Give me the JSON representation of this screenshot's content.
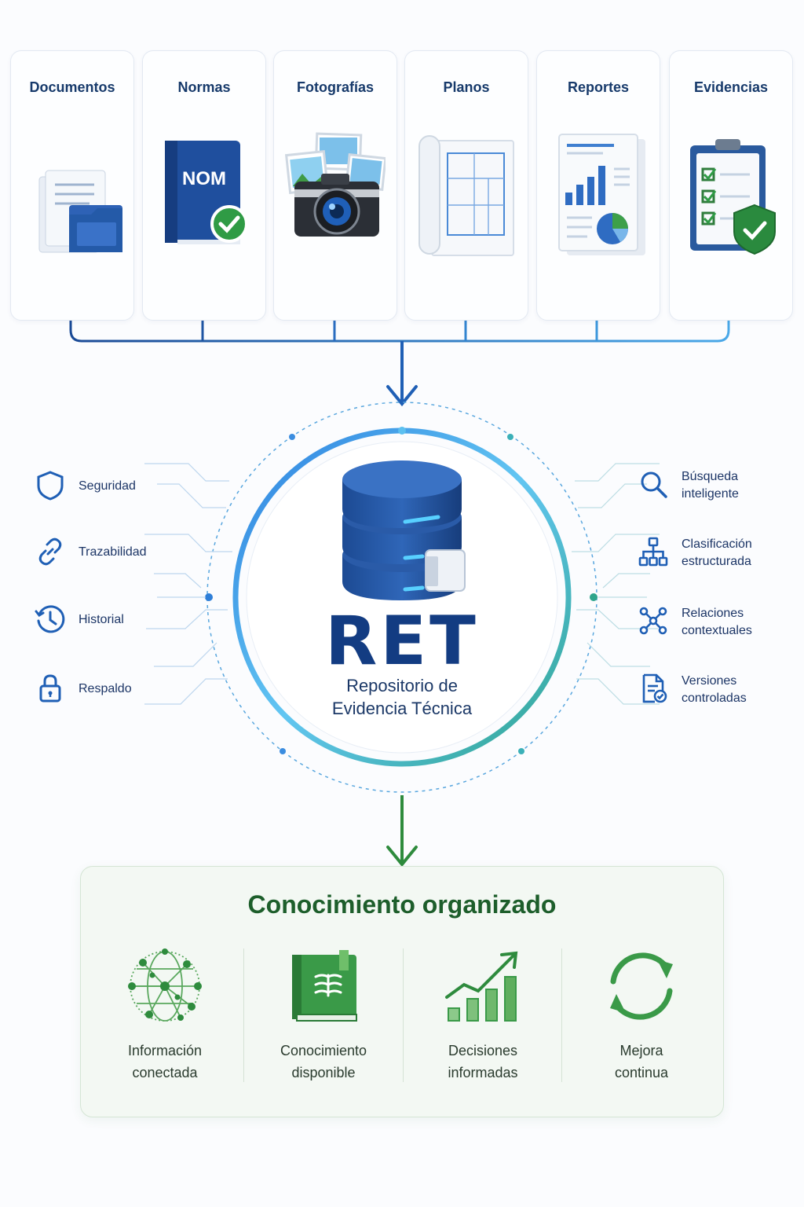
{
  "sources": [
    {
      "label": "Documentos",
      "icon": "documents-folder-icon"
    },
    {
      "label": "Normas",
      "icon": "nom-book-icon",
      "badge": "NOM"
    },
    {
      "label": "Fotografías",
      "icon": "camera-photos-icon"
    },
    {
      "label": "Planos",
      "icon": "blueprint-icon"
    },
    {
      "label": "Reportes",
      "icon": "report-chart-icon"
    },
    {
      "label": "Evidencias",
      "icon": "checklist-shield-icon"
    }
  ],
  "center": {
    "title": "RET",
    "subtitle": "Repositorio de\nEvidencia Técnica",
    "icon": "database-icon"
  },
  "left_features": [
    {
      "label": "Seguridad",
      "icon": "shield-icon"
    },
    {
      "label": "Trazabilidad",
      "icon": "link-icon"
    },
    {
      "label": "Historial",
      "icon": "history-icon"
    },
    {
      "label": "Respaldo",
      "icon": "lock-icon"
    }
  ],
  "right_features": [
    {
      "label": "Búsqueda\ninteligente",
      "icon": "search-icon"
    },
    {
      "label": "Clasificación\nestructurada",
      "icon": "hierarchy-icon"
    },
    {
      "label": "Relaciones\ncontextuales",
      "icon": "network-icon"
    },
    {
      "label": "Versiones\ncontroladas",
      "icon": "document-check-icon"
    }
  ],
  "result": {
    "title": "Conocimiento organizado",
    "items": [
      {
        "label": "Información\nconectada",
        "icon": "network-globe-icon"
      },
      {
        "label": "Conocimiento\ndisponible",
        "icon": "green-book-icon"
      },
      {
        "label": "Decisiones\ninformadas",
        "icon": "growth-chart-icon"
      },
      {
        "label": "Mejora\ncontinua",
        "icon": "cycle-arrows-icon"
      }
    ]
  },
  "colors": {
    "primary_blue": "#1d4f9c",
    "light_blue": "#4aa3e0",
    "dark_text": "#173a6b",
    "green": "#2e8b3d",
    "dark_green": "#1d5e2b"
  }
}
